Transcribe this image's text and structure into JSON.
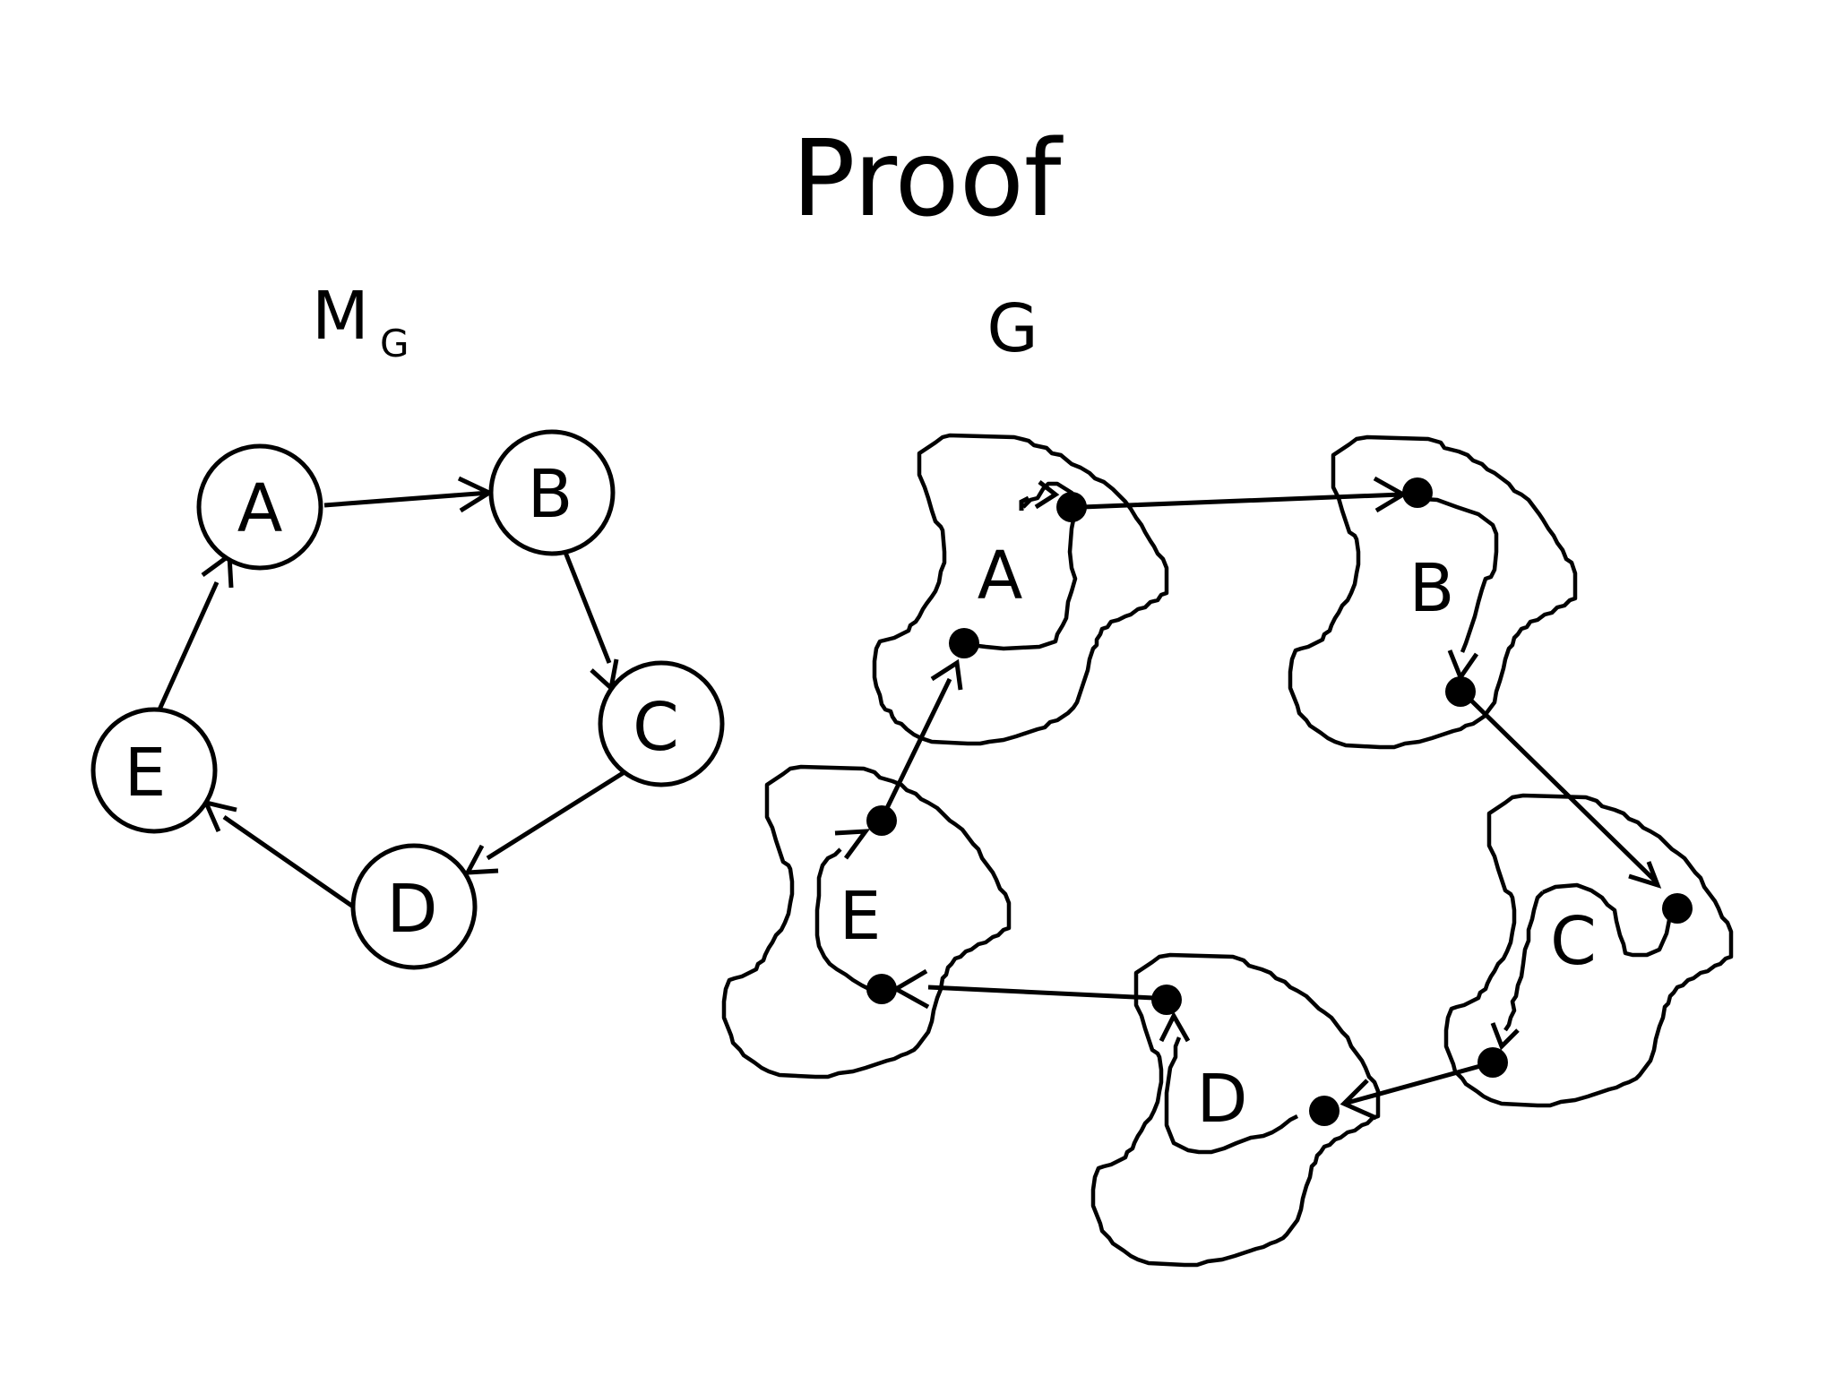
{
  "title": "Proof",
  "left_graph": {
    "heading": "M",
    "heading_subscript": "G",
    "nodes": [
      {
        "id": "A",
        "label": "A"
      },
      {
        "id": "B",
        "label": "B"
      },
      {
        "id": "C",
        "label": "C"
      },
      {
        "id": "D",
        "label": "D"
      },
      {
        "id": "E",
        "label": "E"
      }
    ],
    "edges": [
      {
        "from": "A",
        "to": "B"
      },
      {
        "from": "B",
        "to": "C"
      },
      {
        "from": "C",
        "to": "D"
      },
      {
        "from": "D",
        "to": "E"
      },
      {
        "from": "E",
        "to": "A"
      }
    ]
  },
  "right_graph": {
    "heading": "G",
    "regions": [
      {
        "id": "A",
        "label": "A"
      },
      {
        "id": "B",
        "label": "B"
      },
      {
        "id": "C",
        "label": "C"
      },
      {
        "id": "D",
        "label": "D"
      },
      {
        "id": "E",
        "label": "E"
      }
    ],
    "inter_region_edges": [
      {
        "from": "A",
        "to": "B"
      },
      {
        "from": "B",
        "to": "C"
      },
      {
        "from": "C",
        "to": "D"
      },
      {
        "from": "D",
        "to": "E"
      },
      {
        "from": "E",
        "to": "A"
      }
    ]
  }
}
